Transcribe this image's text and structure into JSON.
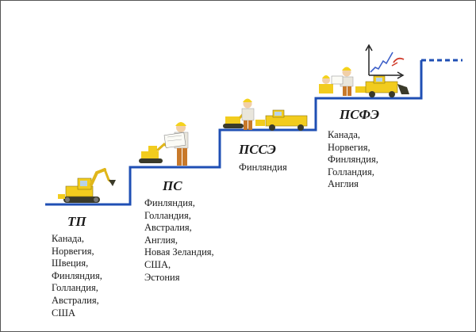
{
  "colors": {
    "stair_line": "#1f4fb4",
    "machine_yellow": "#f2cc1e",
    "machine_dark": "#3a3a2a",
    "worker_vest": "#e9e6dc",
    "worker_pants": "#c8792a",
    "helmet": "#f4d21c",
    "chart_line": "#3c5fc8",
    "chart_accent": "#d03a2a"
  },
  "stages": [
    {
      "title": "ТП",
      "countries": [
        "Канада,",
        "Норвегия,",
        "Швеция,",
        "Финляндия,",
        "Голландия,",
        "Австралия,",
        "США"
      ]
    },
    {
      "title": "ПС",
      "countries": [
        "Финляндия,",
        "Голландия,",
        "Австралия,",
        "Англия,",
        "Новая Зеландия,",
        "США,",
        "Эстония"
      ]
    },
    {
      "title": "ПССЭ",
      "countries": [
        "Финляндия"
      ]
    },
    {
      "title": "ПСФЭ",
      "countries": [
        "Канада,",
        "Норвегия,",
        "Финляндия,",
        "Голландия,",
        "Англия"
      ]
    }
  ],
  "icons": {
    "stage1": "mini-excavator-icon",
    "stage2": "worker-with-plan-icon",
    "stage3": "worker-and-road-truck-icon",
    "stage4": "worker-and-loader-icon",
    "stage4_extra": "growth-chart-icon"
  }
}
